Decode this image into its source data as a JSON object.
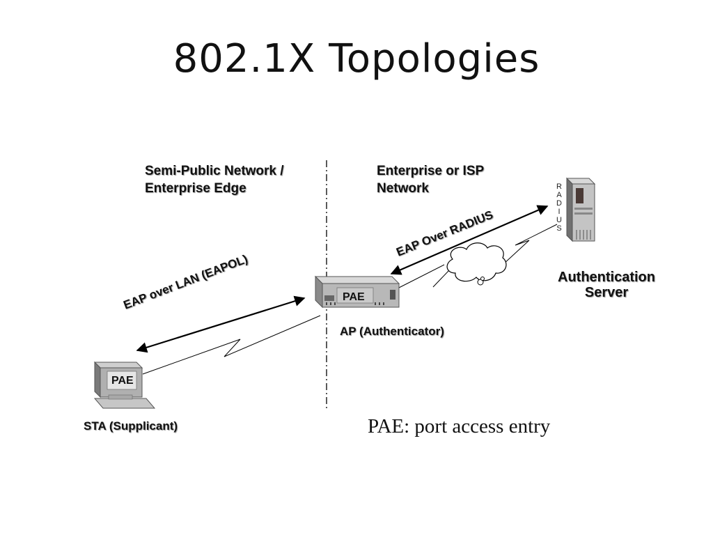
{
  "title": "802.1X Topologies",
  "zones": {
    "left": [
      "Semi-Public Network /",
      "Enterprise Edge"
    ],
    "right": [
      "Enterprise or ISP",
      "Network"
    ]
  },
  "links": {
    "eapol": "EAP over LAN (EAPOL)",
    "radius": "EAP Over RADIUS"
  },
  "radius_vertical": [
    "R",
    "A",
    "D",
    "I",
    "U",
    "S"
  ],
  "devices": {
    "supplicant": {
      "pae": "PAE",
      "label": "STA (Supplicant)"
    },
    "authenticator": {
      "pae": "PAE",
      "label": "AP (Authenticator)"
    },
    "server": {
      "label_lines": [
        "Authentication",
        "Server"
      ]
    }
  },
  "caption": "PAE: port access entry"
}
